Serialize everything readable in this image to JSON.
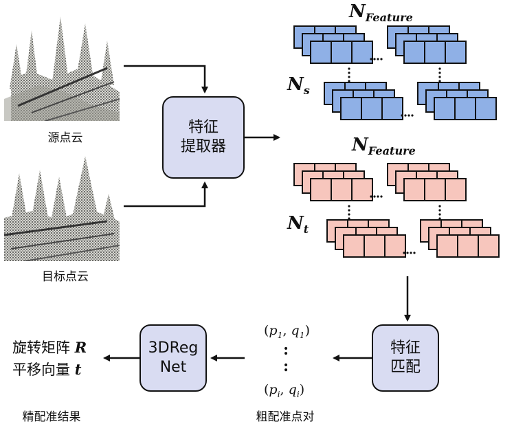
{
  "source_cloud_label": "源点云",
  "target_cloud_label": "目标点云",
  "feature_extractor": {
    "line1": "特征",
    "line2": "提取器"
  },
  "feature_matching": {
    "line1": "特征",
    "line2": "匹配"
  },
  "net_box": {
    "line1": "3DReg",
    "line2": "Net"
  },
  "n_feature_top": {
    "base": "N",
    "sub": "Feature"
  },
  "n_feature_bottom": {
    "base": "N",
    "sub": "Feature"
  },
  "n_s": {
    "base": "N",
    "sub": "s"
  },
  "n_t": {
    "base": "N",
    "sub": "t"
  },
  "pairs": {
    "first": {
      "p": "p",
      "p_sub": "1",
      "q": "q",
      "q_sub": "1"
    },
    "last": {
      "p": "p",
      "p_sub": "i",
      "q": "q",
      "q_sub": "i"
    },
    "ellipsis": ":"
  },
  "coarse_label": "粗配准点对",
  "results": {
    "rotation_text": "旋转矩阵",
    "rotation_sym": "R",
    "translation_text": "平移向量",
    "translation_sym": "t"
  },
  "fine_label": "精配准结果",
  "colors": {
    "blue_fill": "#8fb0e6",
    "red_fill": "#f7c6bd",
    "box_fill": "#d9dcf2",
    "stroke": "#111111"
  }
}
